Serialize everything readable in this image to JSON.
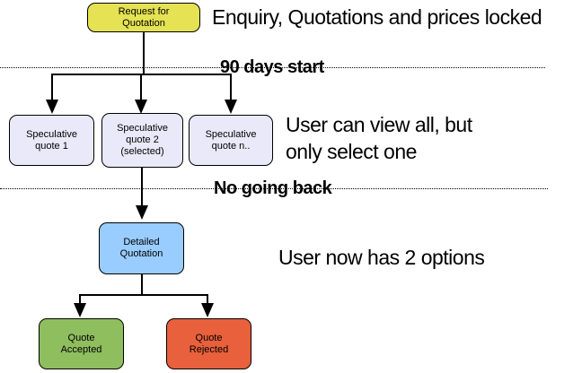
{
  "diagram": {
    "notes": {
      "enquiry": "Enquiry, Quotations and prices locked",
      "view_line1": "User can view all, but",
      "view_line2": "only select one",
      "options": "User now has 2 options"
    },
    "dividers": {
      "first": {
        "label": "90 days start"
      },
      "second": {
        "label": "No going back"
      }
    },
    "nodes": {
      "request": {
        "lines": [
          "Request for",
          "Quotation"
        ],
        "fill": "#E5E253"
      },
      "quote1": {
        "lines": [
          "Speculative",
          "quote 1"
        ],
        "fill": "#E9E9F9"
      },
      "quote2": {
        "lines": [
          "Speculative",
          "quote 2",
          "(selected)"
        ],
        "fill": "#E9E9F9"
      },
      "quoten": {
        "lines": [
          "Speculative",
          "quote n.."
        ],
        "fill": "#E9E9F9"
      },
      "detailed": {
        "lines": [
          "Detailed",
          "Quotation"
        ],
        "fill": "#99CCFF"
      },
      "accepted": {
        "lines": [
          "Quote",
          "Accepted"
        ],
        "fill": "#8FBE5F"
      },
      "rejected": {
        "lines": [
          "Quote",
          "Rejected"
        ],
        "fill": "#E8603C"
      }
    },
    "colors": {
      "line": "#000000",
      "text": "#000000",
      "background": "#FFFFFF"
    }
  }
}
